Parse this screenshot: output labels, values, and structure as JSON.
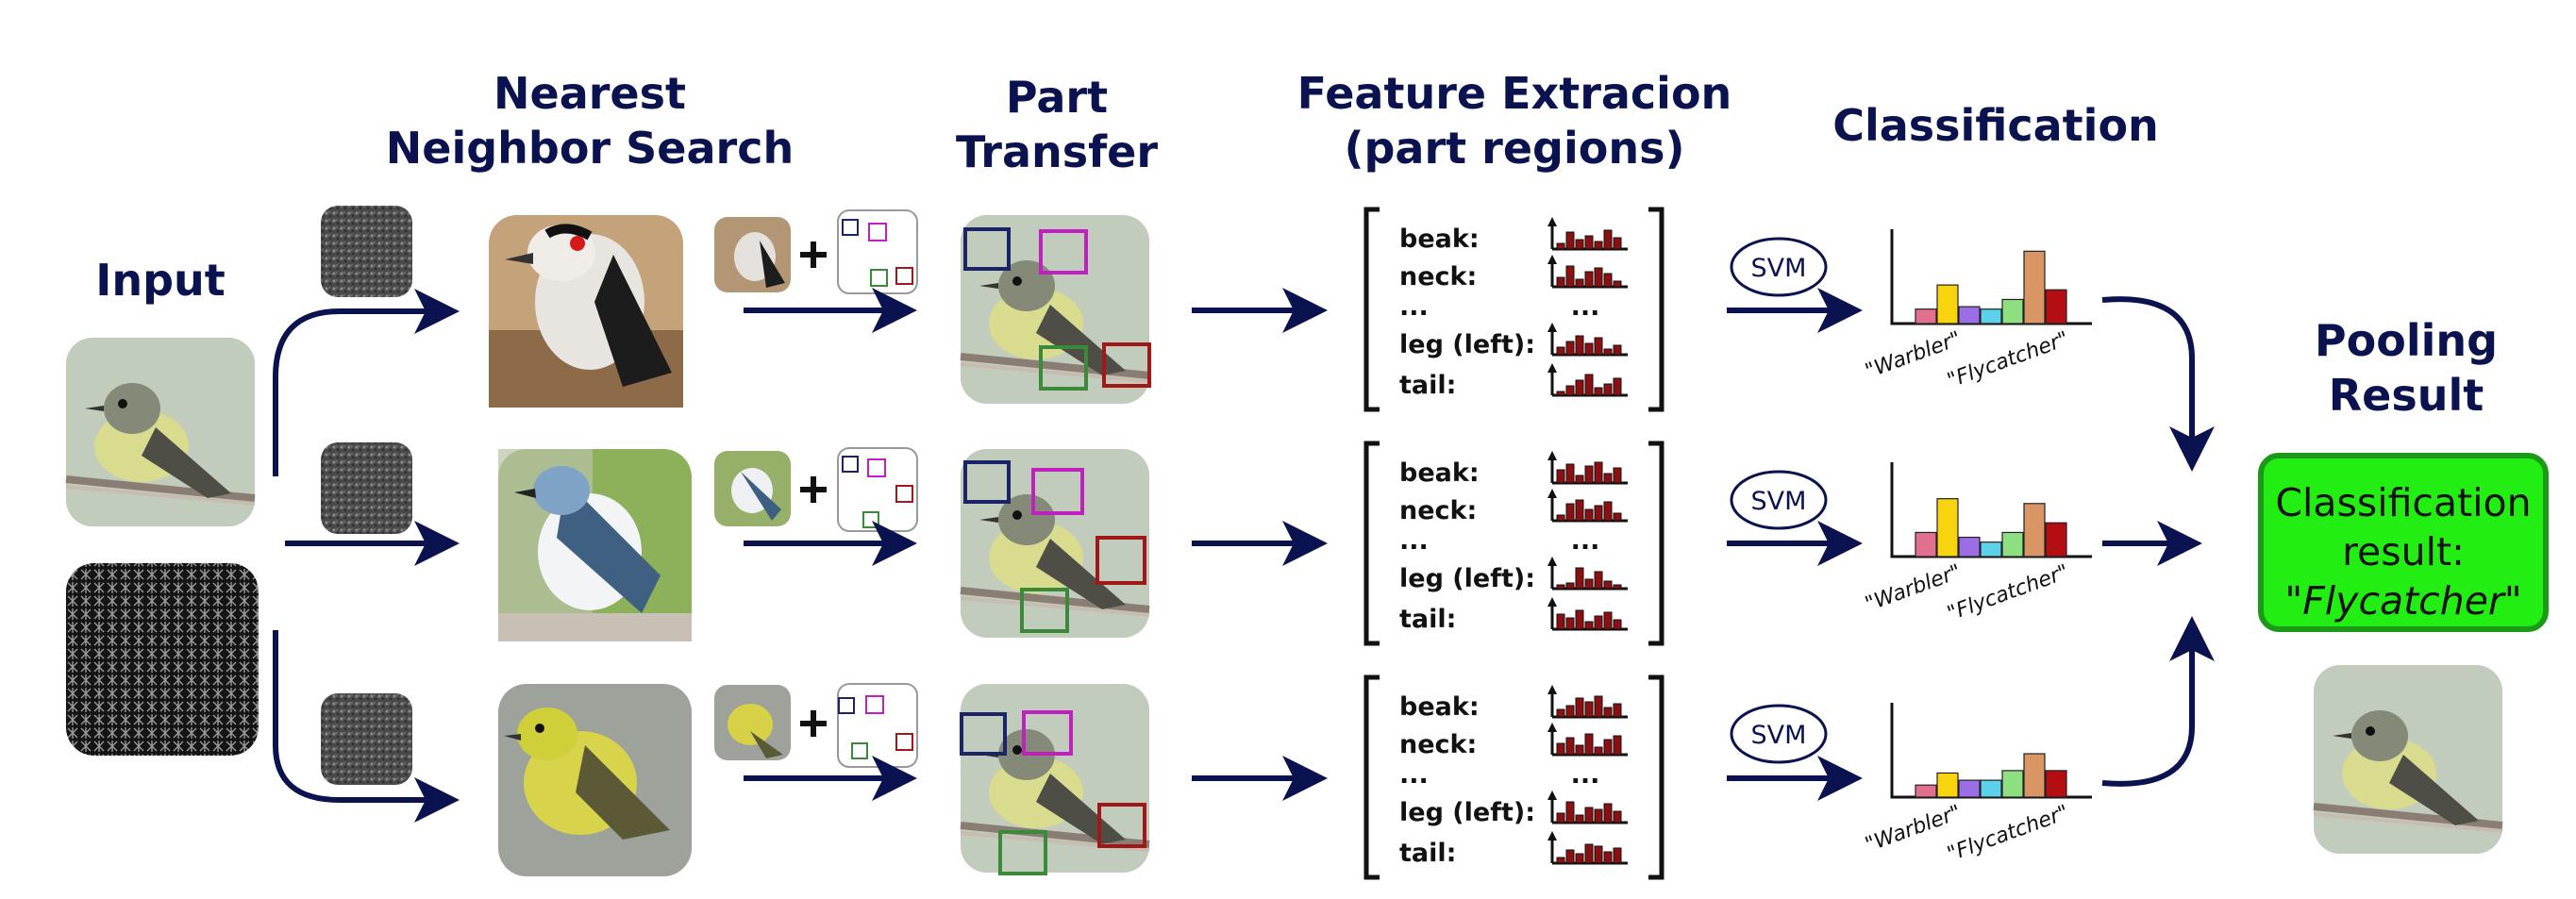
{
  "headers": {
    "input": "Input",
    "nearest": [
      "Nearest",
      "Neighbor Search"
    ],
    "part_transfer": [
      "Part",
      "Transfer"
    ],
    "feature": [
      "Feature Extracion",
      "(part regions)"
    ],
    "classification": "Classification",
    "pooling": [
      "Pooling",
      "Result"
    ]
  },
  "feature_rows": {
    "labels": [
      "beak:",
      "neck:",
      "...",
      "leg (left):",
      "tail:"
    ],
    "dots": "..."
  },
  "svm_label": "SVM",
  "categories": [
    "\"Warbler\"",
    "\"Flycatcher\""
  ],
  "result": {
    "line1": "Classification",
    "line2": "result:",
    "quote_open": "\"",
    "value": "Flycatcher",
    "quote_close": "\""
  },
  "bar_colors": [
    "#e0708e",
    "#f8d40e",
    "#9c6ee6",
    "#5cd2ea",
    "#8ede82",
    "#d99664",
    "#b40d12"
  ],
  "chart_data": [
    {
      "type": "bar",
      "title": "",
      "categories": [
        "1",
        "2",
        "3",
        "4",
        "5",
        "6",
        "7"
      ],
      "values": [
        3,
        8,
        3.5,
        3,
        5,
        15,
        7
      ],
      "x_tick_labels": [
        "\"Warbler\"",
        "\"Flycatcher\""
      ]
    },
    {
      "type": "bar",
      "title": "",
      "categories": [
        "1",
        "2",
        "3",
        "4",
        "5",
        "6",
        "7"
      ],
      "values": [
        5,
        12,
        4,
        3,
        5,
        11,
        7
      ],
      "x_tick_labels": [
        "\"Warbler\"",
        "\"Flycatcher\""
      ]
    },
    {
      "type": "bar",
      "title": "",
      "categories": [
        "1",
        "2",
        "3",
        "4",
        "5",
        "6",
        "7"
      ],
      "values": [
        2.5,
        5,
        3.5,
        3.5,
        5.5,
        9,
        5.5
      ],
      "x_tick_labels": [
        "\"Warbler\"",
        "\"Flycatcher\""
      ]
    }
  ]
}
